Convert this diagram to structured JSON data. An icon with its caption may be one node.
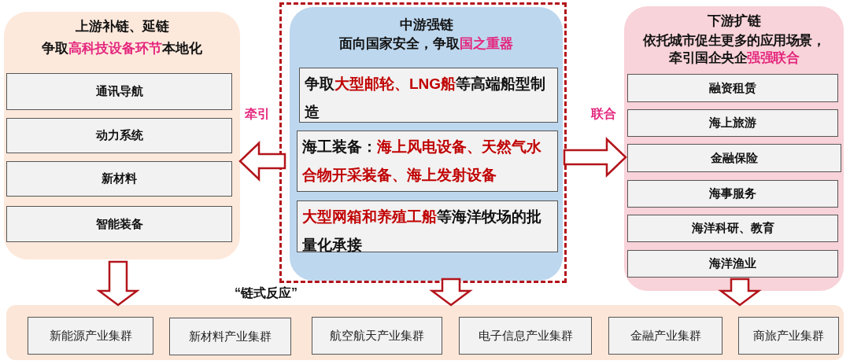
{
  "diagram": {
    "nodes": [
      {
        "text": [
          "上游补链、延链",
          "争取**高科技设备环节**本地化"
        ]
      },
      {
        "text": [
          "通讯导航"
        ],
        "in": 0
      },
      {
        "text": [
          "动力系统"
        ],
        "in": 0
      },
      {
        "text": [
          "新材料"
        ],
        "in": 0
      },
      {
        "text": [
          "智能装备"
        ],
        "in": 0
      },
      {
        "text": [],
        "shape": "box"
      },
      {
        "text": [
          "中游强链",
          "面向国家安全，争取**国之重器**"
        ],
        "in": 5
      },
      {
        "text": [
          "争取**大型邮轮、LNG船**等高端船型制造"
        ],
        "in": 6
      },
      {
        "text": [
          "海工装备：**海上风电设备、天然气水合物开采装备、海上发射设备**"
        ],
        "in": 6
      },
      {
        "text": [
          "**大型网箱和养殖工船**等海洋牧场的批量化承接"
        ],
        "in": 6
      },
      {
        "text": [
          "下游扩链",
          "依托城市促生更多的应用场景，牵引国企央企**强强联合**"
        ]
      },
      {
        "text": [
          "融资租赁"
        ],
        "in": 10
      },
      {
        "text": [
          "海上旅游"
        ],
        "in": 10
      },
      {
        "text": [
          "金融保险"
        ],
        "in": 10
      },
      {
        "text": [
          "海事服务"
        ],
        "in": 10
      },
      {
        "text": [
          "海洋科研、教育"
        ],
        "in": 10
      },
      {
        "text": [
          "海洋渔业"
        ],
        "in": 10
      },
      {
        "text": [
          "“链式反应”"
        ]
      },
      {
        "text": [
          "新能源产业集群"
        ],
        "in": 17
      },
      {
        "text": [
          "新材料产业集群"
        ],
        "in": 17
      },
      {
        "text": [
          "航空航天产业集群"
        ],
        "in": 17
      },
      {
        "text": [
          "电子信息产业集群"
        ],
        "in": 17
      },
      {
        "text": [
          "金融产业集群"
        ],
        "in": 17
      },
      {
        "text": [
          "商旅产业集群"
        ],
        "in": 17
      }
    ],
    "edges": [
      {
        "from": 5,
        "to": 0,
        "arrow": "to",
        "label": "牵引"
      },
      {
        "from": 5,
        "to": 10,
        "arrow": "to",
        "label": "联合"
      },
      {
        "from": 0,
        "to": 17,
        "arrow": "to"
      },
      {
        "from": 5,
        "to": 17,
        "arrow": "to"
      },
      {
        "from": 10,
        "to": 17,
        "arrow": "to"
      }
    ]
  }
}
